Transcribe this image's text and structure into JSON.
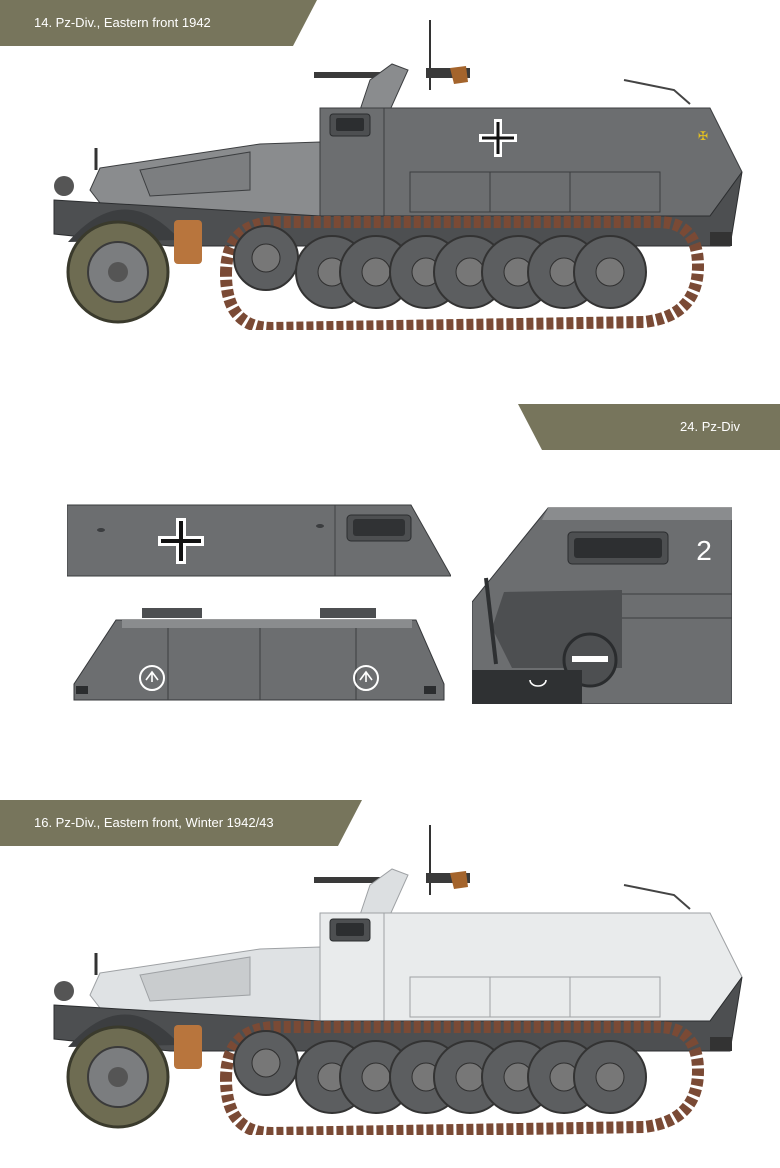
{
  "banners": {
    "top": "14. Pz-Div., Eastern front 1942",
    "middle": "24. Pz-Div",
    "bottom": "16. Pz-Div., Eastern front, Winter 1942/43"
  },
  "detail_number": "2",
  "colors": {
    "banner_olive": "#77755c",
    "panzer_grey": "#6c6e70",
    "panzer_grey_dark": "#4d4f51",
    "panzer_grey_light": "#8a8c8e",
    "winter_white": "#e9ebec",
    "track_brown": "#7a4a35",
    "tyre": "#6e6c52",
    "cross_black": "#111111",
    "cross_white": "#ffffff",
    "gun_wood": "#a4642c",
    "cover_orange": "#b8753d"
  },
  "icons": {
    "cross": "balkenkreuz-icon",
    "unit_emblem": "division-emblem-icon",
    "rune": "yellow-rune-icon"
  }
}
